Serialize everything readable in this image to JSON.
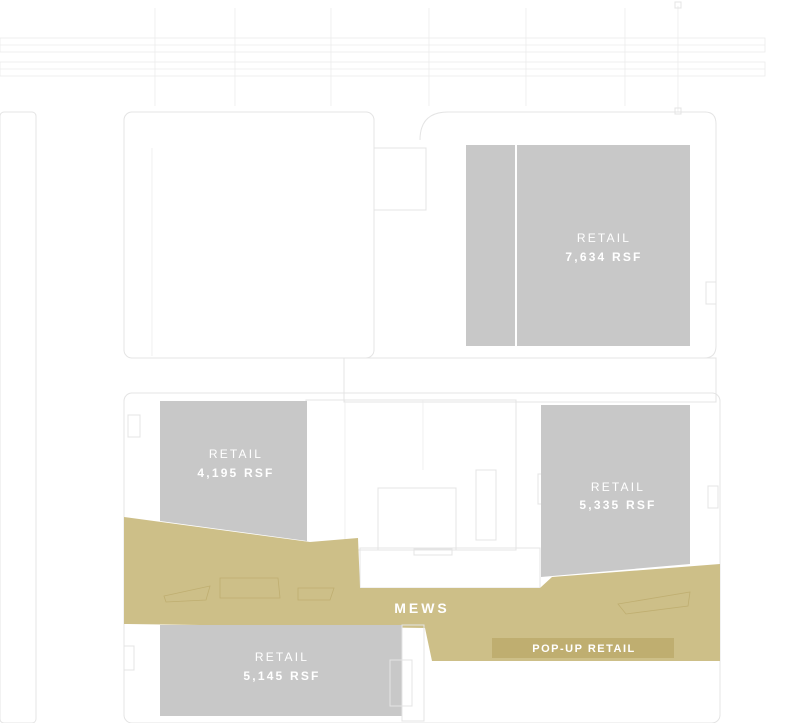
{
  "units": [
    {
      "id": "retail-a",
      "title": "RETAIL",
      "area": "7,634 RSF"
    },
    {
      "id": "retail-b",
      "title": "RETAIL",
      "area": "4,195 RSF"
    },
    {
      "id": "retail-c",
      "title": "RETAIL",
      "area": "5,335 RSF"
    },
    {
      "id": "retail-d",
      "title": "RETAIL",
      "area": "5,145 RSF"
    }
  ],
  "mews_label": "MEWS",
  "popup_label": "POP-UP RETAIL",
  "colors": {
    "retail": "#c8c8c8",
    "mews": "#cdbf88",
    "label_text": "#ffffff",
    "outline": "#e4e4e4"
  }
}
